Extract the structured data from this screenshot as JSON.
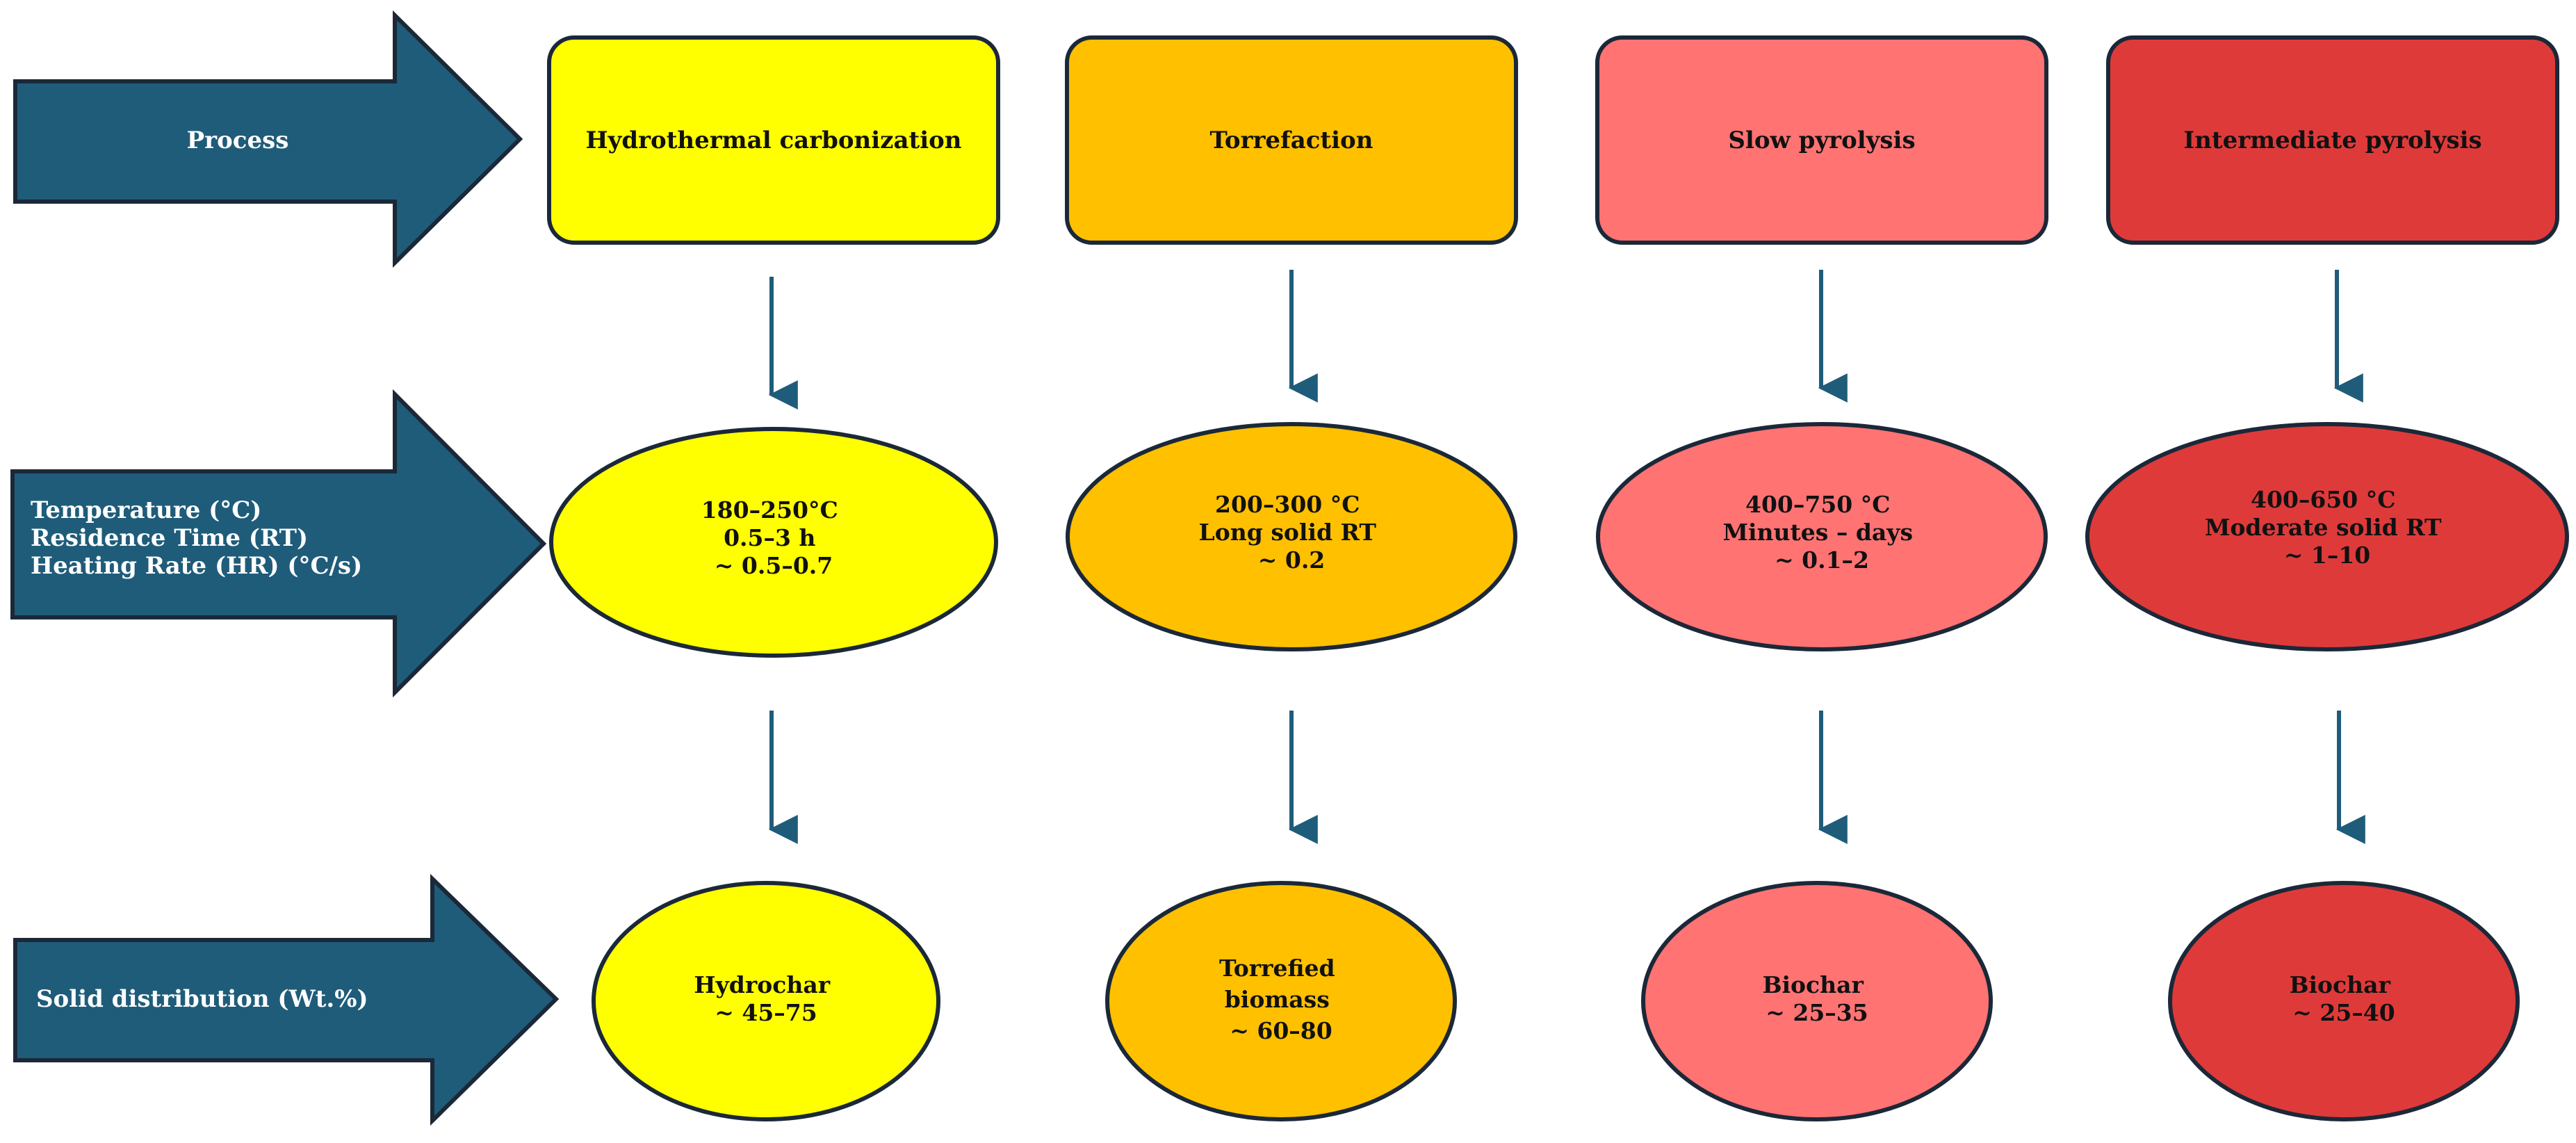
{
  "row_labels": {
    "process": "Process",
    "conditions": [
      "Temperature (°C)",
      "Residence Time (RT)",
      "Heating Rate (HR) (°C/s)"
    ],
    "solid": "Solid distribution (Wt.%)"
  },
  "processes": [
    {
      "name": "Hydrothermal carbonization",
      "color": "#FFFF00",
      "conditions": [
        "180–250°C",
        "0.5–3 h",
        "~ 0.5–0.7"
      ],
      "product": [
        "Hydrochar",
        "~ 45–75"
      ]
    },
    {
      "name": "Torrefaction",
      "color": "#FFC000",
      "conditions": [
        "200–300 °C",
        "Long solid RT",
        "~ 0.2"
      ],
      "product": [
        "Torrefied",
        "biomass",
        "~ 60–80"
      ]
    },
    {
      "name": "Slow pyrolysis",
      "color": "#FF7373",
      "conditions": [
        "400–750 °C",
        "Minutes – days",
        "~ 0.1–2"
      ],
      "product": [
        "Biochar",
        "~ 25–35"
      ]
    },
    {
      "name": "Intermediate pyrolysis",
      "color": "#DF3A3A",
      "conditions": [
        "400–650 °C",
        "Moderate solid RT",
        "~ 1–10"
      ],
      "product": [
        "Biochar",
        "~ 25–40"
      ]
    }
  ],
  "colors": {
    "big_arrow": "#1F5C7A",
    "outline": "#1B2838",
    "connector": "#1F5C7A"
  }
}
